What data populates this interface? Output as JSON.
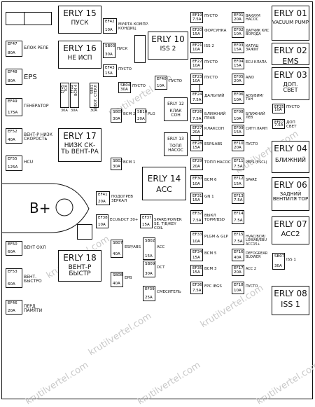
{
  "relays": {
    "r15": {
      "name": "ERLY 15",
      "sub": "ПУСК"
    },
    "r16": {
      "name": "ERLY 16",
      "sub": "НЕ ИСП"
    },
    "r10": {
      "name": "ERLY 10",
      "sub": "ISS 2"
    },
    "r17": {
      "name": "ERLY 17",
      "sub": "НИЗК СК-ТЬ ВЕНТ-РА"
    },
    "r14": {
      "name": "ERLY 14",
      "sub": "ACC"
    },
    "r18": {
      "name": "ERLY 18",
      "sub": "ВЕНТ-Р БЫСТР"
    },
    "r01": {
      "name": "ERLY 01",
      "sub": "VACUUM PUMP"
    },
    "r02": {
      "name": "ERLY 02",
      "sub": "EMS"
    },
    "r03": {
      "name": "ERLY 03",
      "sub": "ДОП. СВЕТ"
    },
    "r04": {
      "name": "ERLY 04",
      "sub": "БЛИЖНИЙ"
    },
    "r06": {
      "name": "ERLY 06",
      "sub": "ЗАДНИЙ ВЕНТИЛЯ ТОР"
    },
    "r07": {
      "name": "ERLY 07",
      "sub": "ACC2"
    },
    "r08": {
      "name": "ERLY 08",
      "sub": "ISS 1"
    },
    "r12": {
      "name": "ERLY 12",
      "sub": "КЛАК СОН"
    },
    "r13": {
      "name": "ERLY 13",
      "sub": "ТОПЛ НАСОС"
    }
  },
  "left_fuses": [
    {
      "code": "EF47",
      "amp": "80A",
      "label": "БЛОК РЕЛЕ"
    },
    {
      "code": "EF48",
      "amp": "80A",
      "label": "EPS"
    },
    {
      "code": "EF49",
      "amp": "175A",
      "label": "ГЕНЕРАТОР"
    },
    {
      "code": "EF52",
      "amp": "40A",
      "label": "ВЕНТ-Р НИЗК СКОРОСТЬ"
    },
    {
      "code": "EF55",
      "amp": "125A",
      "label": "HCU"
    },
    {
      "code": "EF50",
      "amp": "60A",
      "label": "ВЕНТ ОХЛ"
    },
    {
      "code": "EF53",
      "amp": "60A",
      "label": "ВЕНТ. БЫСТРО"
    },
    {
      "code": "EF46",
      "amp": "20A",
      "label": "ПЕРД ПАМЯТИ"
    }
  ],
  "center_fuses": [
    {
      "code": "EF42",
      "amp": "10A",
      "label": "МУФТА КОМПР. КОНДИЦ."
    },
    {
      "code": "SB03",
      "amp": "30A",
      "label": "ПУСК"
    },
    {
      "code": "EF43",
      "amp": "15A",
      "label": "ПУСТО"
    },
    {
      "code": "EF40",
      "amp": "10A",
      "label": "ПУСТО"
    },
    {
      "code": "SB04",
      "amp": "30A",
      "label": "ПУСТО"
    },
    {
      "code": "SB05",
      "amp": "30A",
      "label": "BCM 2"
    },
    {
      "code": "SB10",
      "amp": "20A",
      "label": "PLG"
    },
    {
      "code": "SB02",
      "amp": "30A",
      "label": "BCM 1"
    },
    {
      "code": "EF41",
      "amp": "20A",
      "label": "ПОДОГРЕВ ЗЕРКАЛ"
    },
    {
      "code": "EF38",
      "amp": "10A",
      "label": "ECU&DCT 30+"
    },
    {
      "code": "EF37",
      "amp": "15A",
      "label": "SPARE/POWER SE. T/B/KEY COIL"
    },
    {
      "code": "SB07",
      "amp": "40A",
      "label": "ESP/ABS"
    },
    {
      "code": "SB02",
      "amp": "15A",
      "label": "ACC"
    },
    {
      "code": "SB09",
      "amp": "30A",
      "label": "DCT"
    },
    {
      "code": "SB08",
      "amp": "40A",
      "label": "EPB"
    },
    {
      "code": "EF39",
      "amp": "25A",
      "label": "СМЕСИТЕЛЬ"
    }
  ],
  "vertical_fuses": [
    {
      "code": "EF45",
      "amp": "30A",
      "label": "ТСК"
    },
    {
      "code": "EF44",
      "amp": "30A",
      "label": "BCM 4"
    },
    {
      "code": "SB01",
      "amp": "30A",
      "label": "ОБОГ. СТЕКЛ"
    }
  ],
  "mid_col": [
    {
      "code": "EF19",
      "amp": "7.5A",
      "label": "ПУСТО"
    },
    {
      "code": "EF20",
      "amp": "15A",
      "label": "ФОРСУНКА"
    },
    {
      "code": "EF21",
      "amp": "10A",
      "label": "ISS 2"
    },
    {
      "code": "EF22",
      "amp": "10A",
      "label": "ПУСТО"
    },
    {
      "code": "EF23",
      "amp": "10A",
      "label": "ПУСТО"
    },
    {
      "code": "EF24",
      "amp": "7.5A",
      "label": "ДАЛЬНИЙ"
    },
    {
      "code": "EF26",
      "amp": "7.5A",
      "label": "БЛИЖНИЙ ПРАВ"
    },
    {
      "code": "EF27",
      "amp": "20A",
      "label": "КЛАКСОН"
    },
    {
      "code": "EF28",
      "amp": "15A",
      "label": "ESP&ABS"
    },
    {
      "code": "EF29",
      "amp": "20A",
      "label": "ТОПЛ НАСОС"
    },
    {
      "code": "EF30",
      "amp": "10A",
      "label": "BCM 6"
    },
    {
      "code": "EF31",
      "amp": "15A",
      "label": "GN 1"
    },
    {
      "code": "EF32",
      "amp": "7.5A",
      "label": "ВЫКЛ ТОРМ/BSD"
    },
    {
      "code": "EF33",
      "amp": "10A",
      "label": "PLGM & GLP"
    },
    {
      "code": "EF34",
      "amp": "15A",
      "label": "BCM 5"
    },
    {
      "code": "EF35",
      "amp": "15A",
      "label": "BCM 3"
    },
    {
      "code": "EF36",
      "amp": "7.5A",
      "label": "FPC IEGS"
    }
  ],
  "right_col": [
    {
      "code": "EF01",
      "amp": "20A",
      "label": "ВАКУУМ НАСОС"
    },
    {
      "code": "EF02",
      "amp": "10A",
      "label": "ДАТЧИК КИС ВОРОДА"
    },
    {
      "code": "EF03",
      "amp": "15A",
      "label": "КАТУШ ЗАЖИГ"
    },
    {
      "code": "EF04",
      "amp": "15A",
      "label": "ECU КЛАПА"
    },
    {
      "code": "EF05",
      "amp": "20A",
      "label": "AWD"
    },
    {
      "code": "EF06",
      "amp": "10A",
      "label": "ADS/ВИМ/ТАН"
    },
    {
      "code": "EF08",
      "amp": "10A",
      "label": "БЛИЖНИЙ ЛЕВ"
    },
    {
      "code": "EF09",
      "amp": "15A",
      "label": "СИГН ЛАМП"
    },
    {
      "code": "EF10",
      "amp": "20A",
      "label": "ПУСТО"
    },
    {
      "code": "EF11",
      "amp": "7.5A",
      "label": "PEPS (ESCL)"
    },
    {
      "code": "EF12",
      "amp": "15A",
      "label": "SPARE"
    },
    {
      "code": "EF13",
      "amp": "7.5A",
      "label": ""
    },
    {
      "code": "EF14",
      "amp": "7.5A",
      "label": ""
    },
    {
      "code": "EF15",
      "amp": "7.5A",
      "label": "HVAC/BCM/ LOWAB/EBU ACC15+"
    },
    {
      "code": "EF16",
      "amp": "40A",
      "label": "DEFOGREAR BLOWER"
    },
    {
      "code": "EF17",
      "amp": "20A",
      "label": "ACC 2"
    },
    {
      "code": "EF18",
      "amp": "10A",
      "label": "ПУСТО"
    }
  ],
  "far_right": [
    {
      "code": "EF25",
      "amp": "10A",
      "label": "ПУСТО"
    },
    {
      "code": "EF07",
      "amp": "7.5A",
      "label": "ДОП СВЕТ"
    },
    {
      "code": "SB07",
      "amp": "30A",
      "label": "ISS 1"
    }
  ],
  "battery": {
    "label": "B+"
  },
  "watermark": "krutilvertel.com"
}
